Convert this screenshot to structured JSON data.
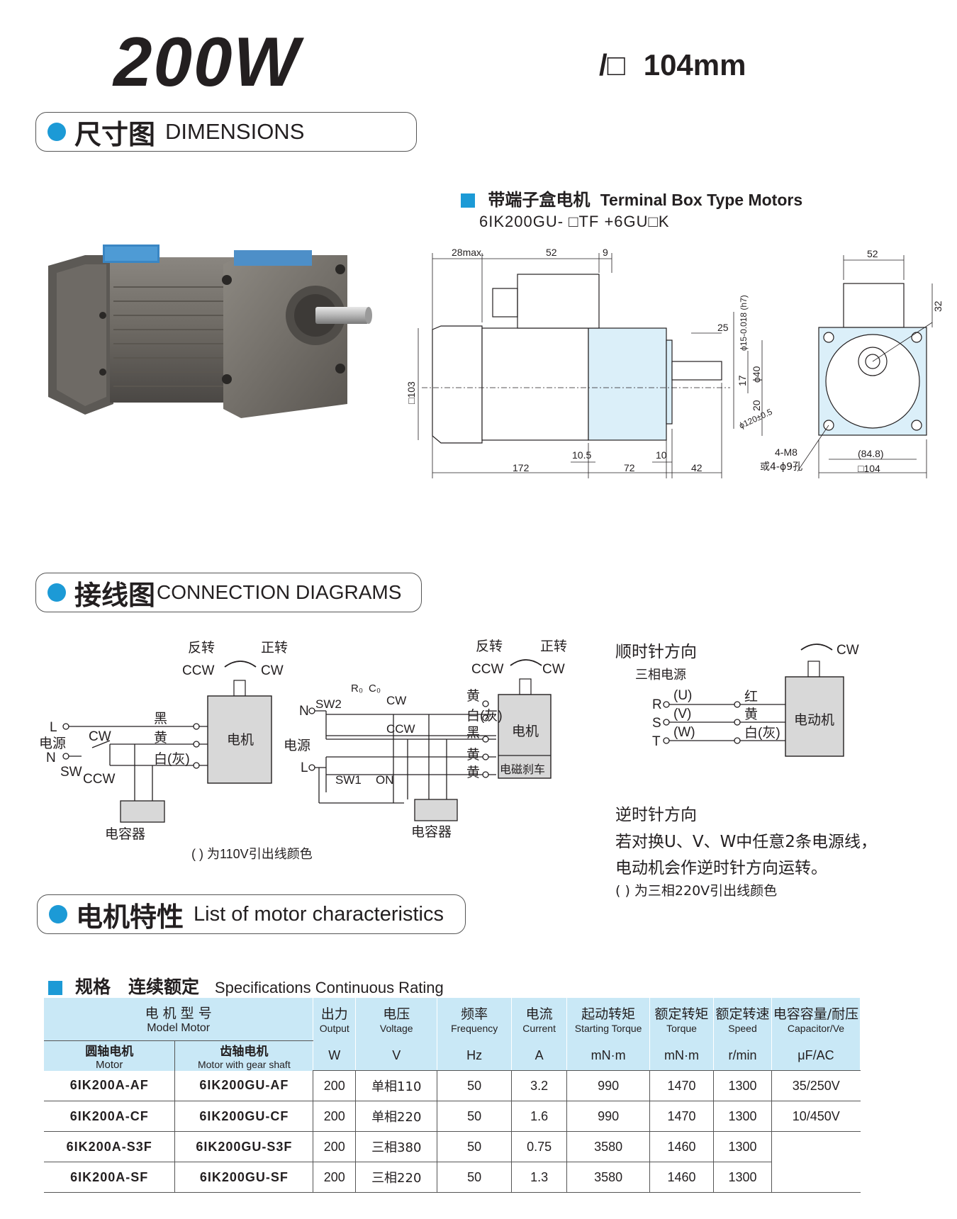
{
  "header": {
    "power": "200W",
    "size_prefix": "/□",
    "size": "104mm"
  },
  "sections": {
    "dimensions": {
      "cn": "尺寸图",
      "en": "DIMENSIONS"
    },
    "connection": {
      "cn": "接线图",
      "en": "CONNECTION DIAGRAMS"
    },
    "characteristics": {
      "cn": "电机特性",
      "en": "List of motor characteristics"
    }
  },
  "terminal_box": {
    "cn": "带端子盒电机",
    "en": "Terminal Box Type Motors",
    "model": "6IK200GU- □TF +6GU□K"
  },
  "dims": {
    "d28max": "28max.",
    "d52": "52",
    "d9": "9",
    "d25": "25",
    "d15": "ϕ15-0.018 (h7)",
    "d17": "17",
    "d40": "ϕ40",
    "d103": "□103",
    "d20": "20",
    "d120": "ϕ120±0.5",
    "d172": "172",
    "d10_5": "10.5",
    "d72": "72",
    "d10": "10",
    "d42": "42",
    "d52r": "52",
    "d32": "32",
    "m8": "4-M8",
    "hole": "或4-ϕ9孔",
    "d84": "(84.8)",
    "d104": "□104"
  },
  "wiring1": {
    "reverse": "反转",
    "forward": "正转",
    "ccw": "CCW",
    "cw": "CW",
    "l": "L",
    "power": "电源",
    "n": "N",
    "sw": "SW",
    "sw_cw": "CW",
    "sw_ccw": "CCW",
    "black": "黑",
    "yellow": "黄",
    "white": "白(灰)",
    "motor": "电机",
    "capacitor": "电容器",
    "note": "( ) 为110V引出线颜色"
  },
  "wiring2": {
    "reverse": "反转",
    "forward": "正转",
    "ccw": "CCW",
    "cw": "CW",
    "n": "N",
    "sw2": "SW2",
    "power": "电源",
    "l": "L",
    "sw1": "SW1",
    "on": "ON",
    "r0": "R₀",
    "c0": "C₀",
    "cw_label": "CW",
    "ccw_label": "CCW",
    "yellow": "黄",
    "white": "白(灰)",
    "black": "黑",
    "yellow2": "黄",
    "yellow3": "黄",
    "motor": "电机",
    "brake": "电磁刹车",
    "capacitor": "电容器"
  },
  "wiring3": {
    "cw_dir": "顺时针方向",
    "cw": "CW",
    "three_phase": "三相电源",
    "r": "R",
    "s": "S",
    "t": "T",
    "u": "(U)",
    "v": "(V)",
    "w": "(W)",
    "red": "红",
    "yellow": "黄",
    "white": "白(灰)",
    "motor": "电动机",
    "ccw_dir": "逆时针方向",
    "line1": "若对换U、V、W中任意2条电源线，",
    "line2": "电动机会作逆时针方向运转。",
    "note": "( ) 为三相220V引出线颜色"
  },
  "spec": {
    "heading_cn": "规格　连续额定",
    "heading_en": "Specifications  Continuous Rating",
    "headers": {
      "model_cn": "电 机 型 号",
      "model_en": "Model Motor",
      "round_cn": "圆轴电机",
      "round_en": "Motor",
      "gear_cn": "齿轴电机",
      "gear_en": "Motor with gear shaft",
      "output_cn": "出力",
      "output_en": "Output",
      "output_unit": "W",
      "voltage_cn": "电压",
      "voltage_en": "Voltage",
      "voltage_unit": "V",
      "freq_cn": "频率",
      "freq_en": "Frequency",
      "freq_unit": "Hz",
      "current_cn": "电流",
      "current_en": "Current",
      "current_unit": "A",
      "start_cn": "起动转矩",
      "start_en": "Starting Torque",
      "start_unit": "mN·m",
      "rated_cn": "额定转矩",
      "rated_en": "Torque",
      "rated_unit": "mN·m",
      "speed_cn": "额定转速",
      "speed_en": "Speed",
      "speed_unit": "r/min",
      "cap_cn": "电容容量/耐压",
      "cap_en": "Capacitor/Ve",
      "cap_unit": "μF/AC"
    },
    "rows": [
      {
        "round": "6IK200A-AF",
        "gear": "6IK200GU-AF",
        "output": "200",
        "voltage": "单相110",
        "freq": "50",
        "current": "3.2",
        "start": "990",
        "rated": "1470",
        "speed": "1300",
        "cap": "35/250V"
      },
      {
        "round": "6IK200A-CF",
        "gear": "6IK200GU-CF",
        "output": "200",
        "voltage": "单相220",
        "freq": "50",
        "current": "1.6",
        "start": "990",
        "rated": "1470",
        "speed": "1300",
        "cap": "10/450V"
      },
      {
        "round": "6IK200A-S3F",
        "gear": "6IK200GU-S3F",
        "output": "200",
        "voltage": "三相380",
        "freq": "50",
        "current": "0.75",
        "start": "3580",
        "rated": "1460",
        "speed": "1300",
        "cap": ""
      },
      {
        "round": "6IK200A-SF",
        "gear": "6IK200GU-SF",
        "output": "200",
        "voltage": "三相220",
        "freq": "50",
        "current": "1.3",
        "start": "3580",
        "rated": "1460",
        "speed": "1300",
        "cap": ""
      }
    ]
  }
}
